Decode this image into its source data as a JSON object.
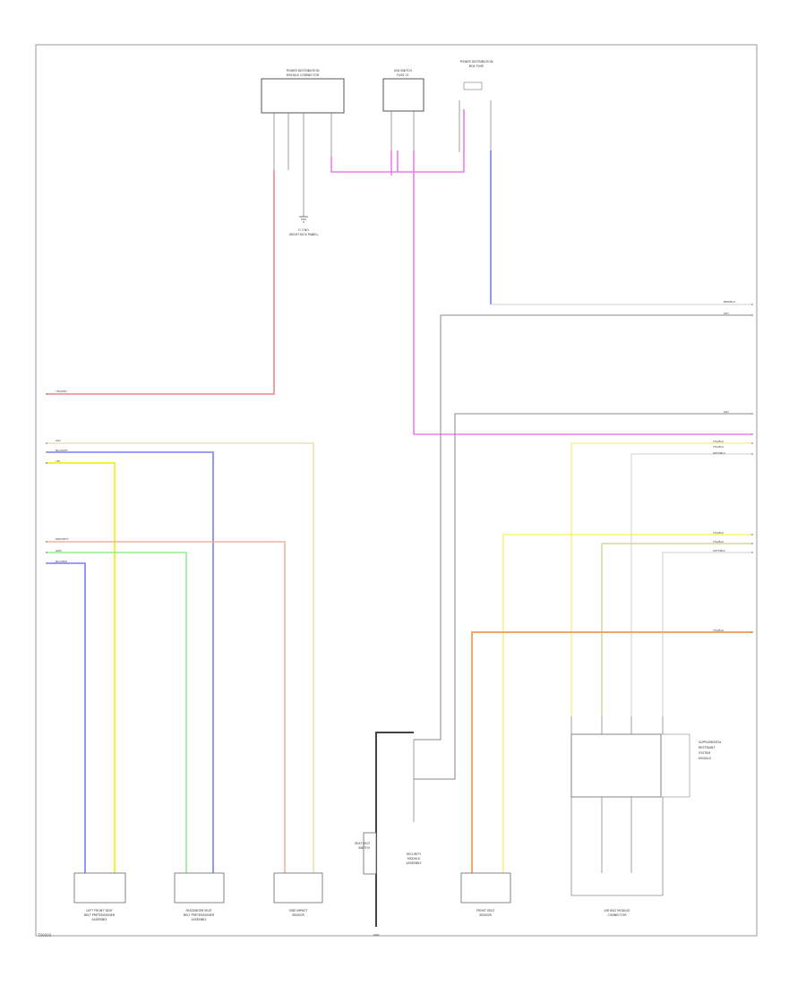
{
  "colors": {
    "frame": "#999999",
    "wire_red": "#f5a0a0",
    "wire_pink": "#f07cf0",
    "wire_blue": "#7b7bff",
    "wire_yellow": "#f2f23a",
    "wire_green": "#8ef08e",
    "wire_tan": "#e9e3b0",
    "wire_salmon": "#f3b0a0",
    "wire_orange": "#f5a56a",
    "wire_gray": "#888888",
    "wire_white": "#cfcfcf",
    "wire_black": "#444444",
    "wire_olive": "#cfcf7a",
    "connector": "#666666"
  },
  "components": {
    "top_left": [
      "POWER DISTRIBUTION",
      "MODULE CONNECTOR"
    ],
    "top_mid": [
      "IGN SWITCH",
      "FUSE 21"
    ],
    "top_right": [
      "POWER DISTRIBUTION",
      "BOX FUSE"
    ],
    "ground_ref": [
      "G 3 NO",
      "(RIGHT KICK PANEL)"
    ],
    "bot1": [
      "LEFT FRONT SEAT",
      "BELT PRETENSIONER",
      "ASSEMBLY"
    ],
    "bot2": [
      "PASSENGER SEAT",
      "BELT PRETENSIONER",
      "ASSEMBLY"
    ],
    "bot3": [
      "SIDE IMPACT",
      "SENSOR"
    ],
    "bot4": [
      "SEAT BELT",
      "SWITCH"
    ],
    "bot5": [
      "SECURITY",
      "MODULE",
      "ASSEMBLY"
    ],
    "bot6": [
      "FRONT SEAT",
      "SENSOR"
    ],
    "bot7": [
      "AIR BAG MODULE",
      "CONNECTOR"
    ],
    "airbag_unit": [
      "SUPPLEMENTAL",
      "RESTRAINT",
      "SYSTEM",
      "MODULE"
    ]
  },
  "wire_labels": {
    "l_red": "YEL/RED",
    "l1": "GRY",
    "l2": "BLU/WHT",
    "l3": "YEL",
    "l4": "RED/WHT",
    "l5": "GRN",
    "l6": "BLU/RED",
    "r1": "BRN/BLU",
    "r2": "GRY",
    "r3": "GRY",
    "r4": "YEL/BLU",
    "r5": "YEL/BLU",
    "r6": "WHT/BLU",
    "r7": "YEL/BLU",
    "r8": "YEL/BLU",
    "r9": "WHT/BLU",
    "r10": "YEL/BLK",
    "ground": "GRN"
  },
  "footer": "T00000"
}
